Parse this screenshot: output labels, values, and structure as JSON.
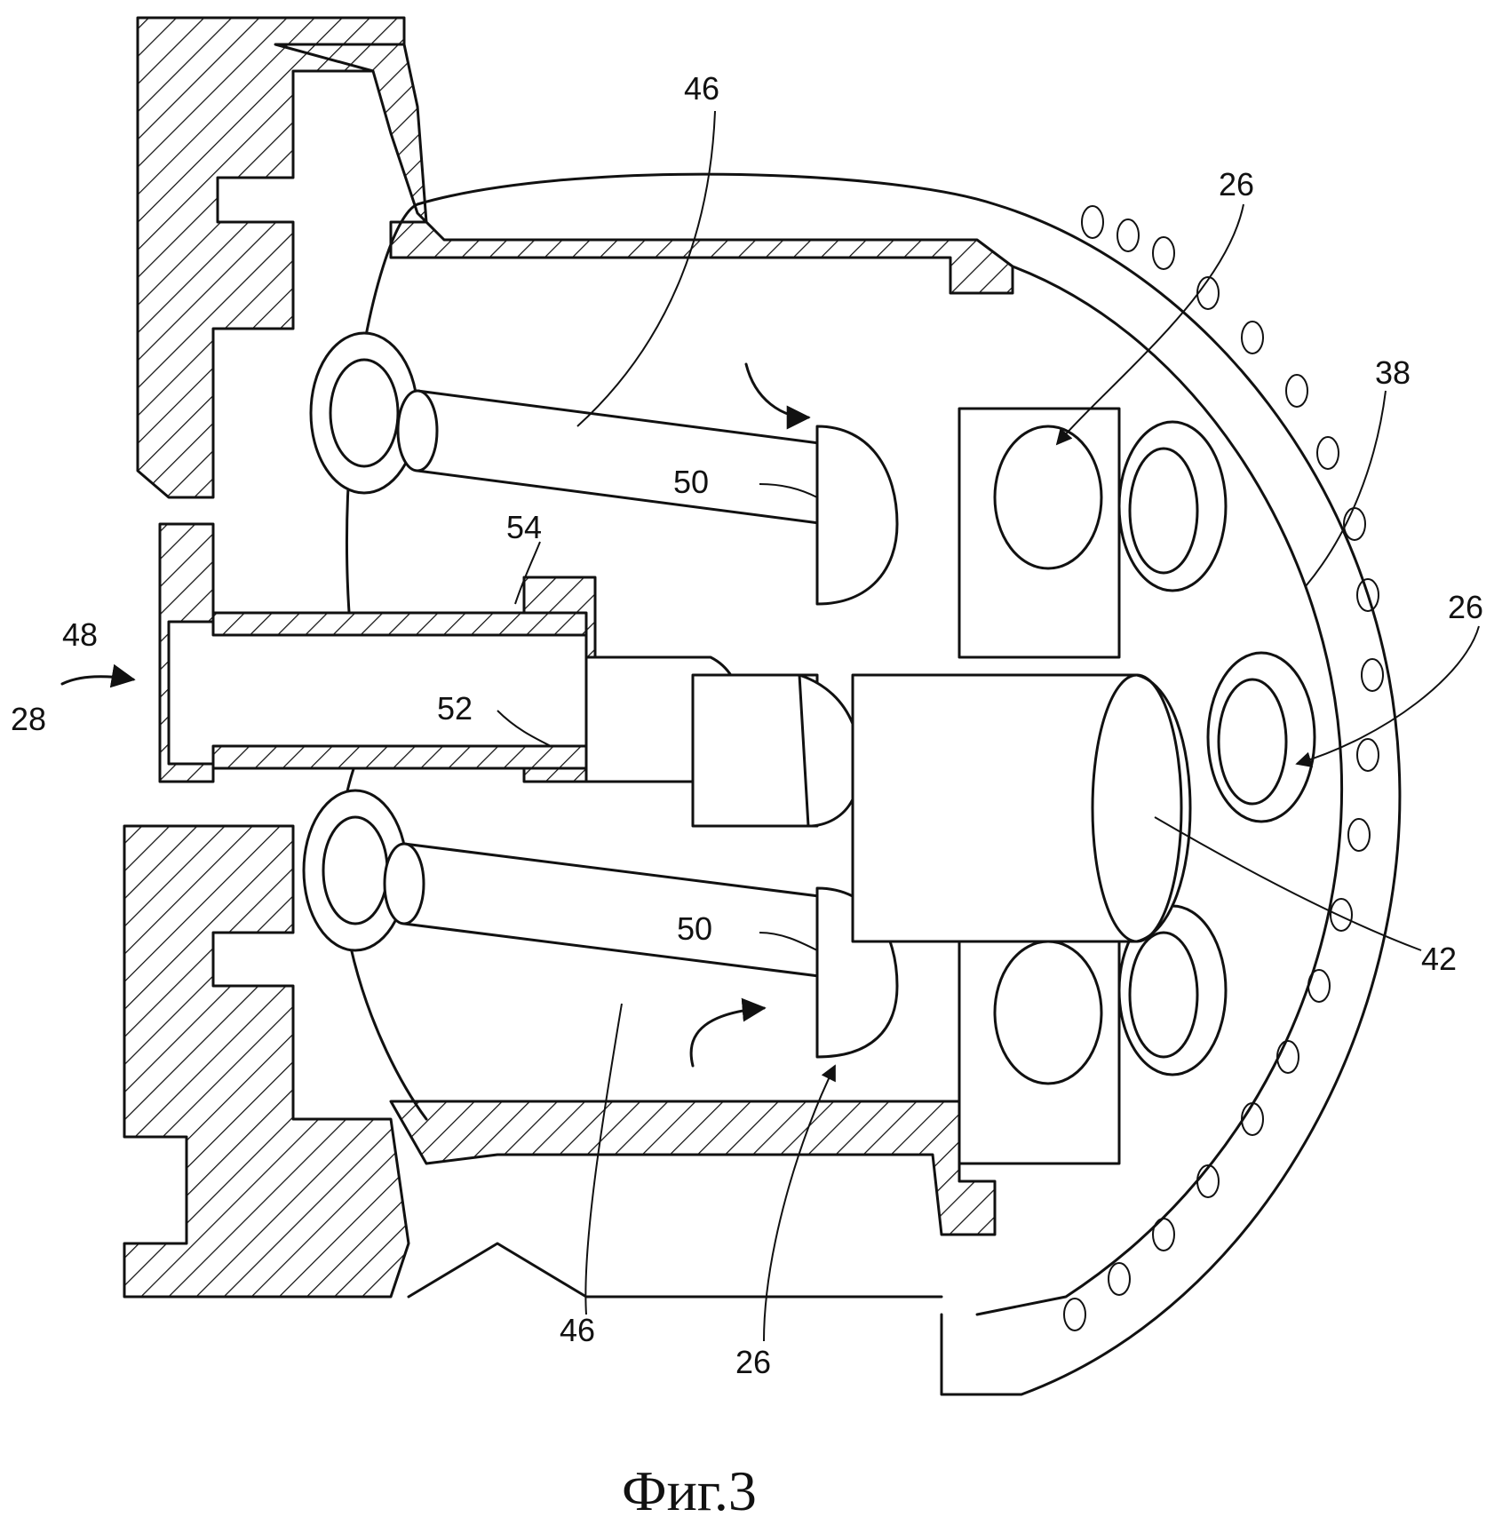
{
  "labels": {
    "l46_top": "46",
    "l26_top": "26",
    "l38": "38",
    "l26_right": "26",
    "l50_top": "50",
    "l54": "54",
    "l48": "48",
    "l28": "28",
    "l52": "52",
    "l50_bottom": "50",
    "l42": "42",
    "l46_bottom": "46",
    "l26_bottom": "26"
  },
  "caption": "Фиг.3"
}
